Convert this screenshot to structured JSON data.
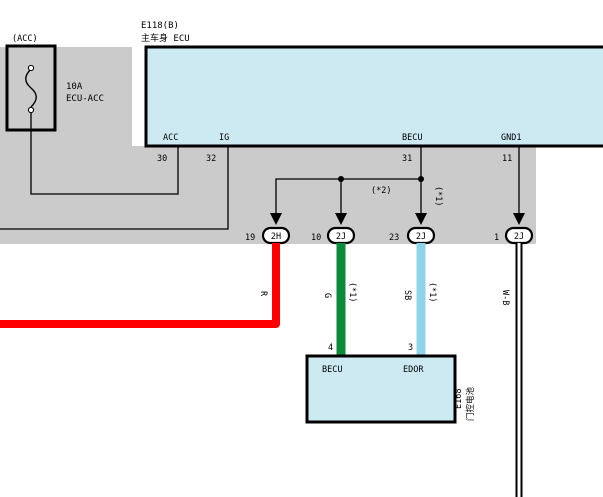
{
  "ecu": {
    "code": "E118(B)",
    "name": "主车身 ECU",
    "pins": {
      "acc": {
        "label": "ACC",
        "num": "30"
      },
      "ig": {
        "label": "IG",
        "num": "32"
      },
      "becu": {
        "label": "BECU",
        "num": "31"
      },
      "gnd1": {
        "label": "GND1",
        "num": "11"
      }
    }
  },
  "fuse": {
    "title": "(ACC)",
    "rating": "10A",
    "name": "ECU-ACC"
  },
  "connectors": [
    {
      "pin": "19",
      "code": "2H"
    },
    {
      "pin": "10",
      "code": "2J"
    },
    {
      "pin": "23",
      "code": "2J"
    },
    {
      "pin": "1",
      "code": "2J"
    }
  ],
  "notes": {
    "star2": "(*2)",
    "star1_upper": "(*1)",
    "star1_g": "(*1)",
    "star1_sb": "(*1)"
  },
  "wires": {
    "r": {
      "label": "R",
      "color": "#ff0000"
    },
    "g": {
      "label": "G",
      "color": "#0b8a3a"
    },
    "sb": {
      "label": "SB",
      "color": "#8ed3e8"
    },
    "wb": {
      "label": "W-B",
      "color": "#ffffff"
    }
  },
  "battery": {
    "code": "E168",
    "name": "门控电池",
    "becu": {
      "label": "BECU",
      "num": "4"
    },
    "edor": {
      "label": "EDOR",
      "num": "3"
    }
  },
  "colors": {
    "panel_gray": "#cbcbcb",
    "ecu_fill": "#cdeaf3",
    "line": "#000000"
  }
}
